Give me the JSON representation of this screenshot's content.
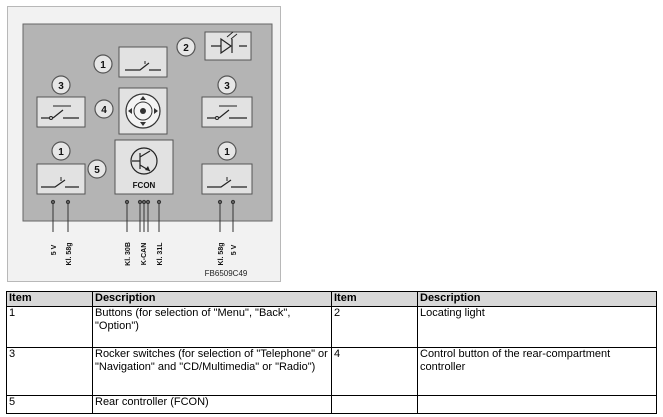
{
  "figure": {
    "component_label": "FCON",
    "figure_code": "FB6509C49",
    "callouts": {
      "btn_top": "1",
      "locating_light": "2",
      "rocker_left": "3",
      "rocker_right": "3",
      "control_button": "4",
      "btn_bottom_left": "1",
      "rear_controller": "5",
      "btn_bottom_right": "1"
    },
    "connectors": [
      "5 V",
      "Kl. 58g",
      "Kl. 30B",
      "K-CAN",
      "Kl. 31L",
      "Kl. 58g",
      "5 V"
    ],
    "colors": {
      "panel": "#b4b4b4",
      "border": "#666666",
      "element": "#e2e2e2"
    }
  },
  "legend": {
    "headers": [
      "Item",
      "Description",
      "Item",
      "Description"
    ],
    "rows": [
      {
        "item1": "1",
        "desc1": "Buttons (for selection of \"Menu\", \"Back\", \"Option\")",
        "item2": "2",
        "desc2": "Locating light"
      },
      {
        "item1": "3",
        "desc1": "Rocker switches (for selection of \"Telephone\" or \"Navigation\" and \"CD/Multimedia\" or \"Radio\")",
        "item2": "4",
        "desc2": "Control button of the rear-compartment controller"
      },
      {
        "item1": "5",
        "desc1": "Rear controller (FCON)",
        "item2": "",
        "desc2": ""
      }
    ]
  }
}
